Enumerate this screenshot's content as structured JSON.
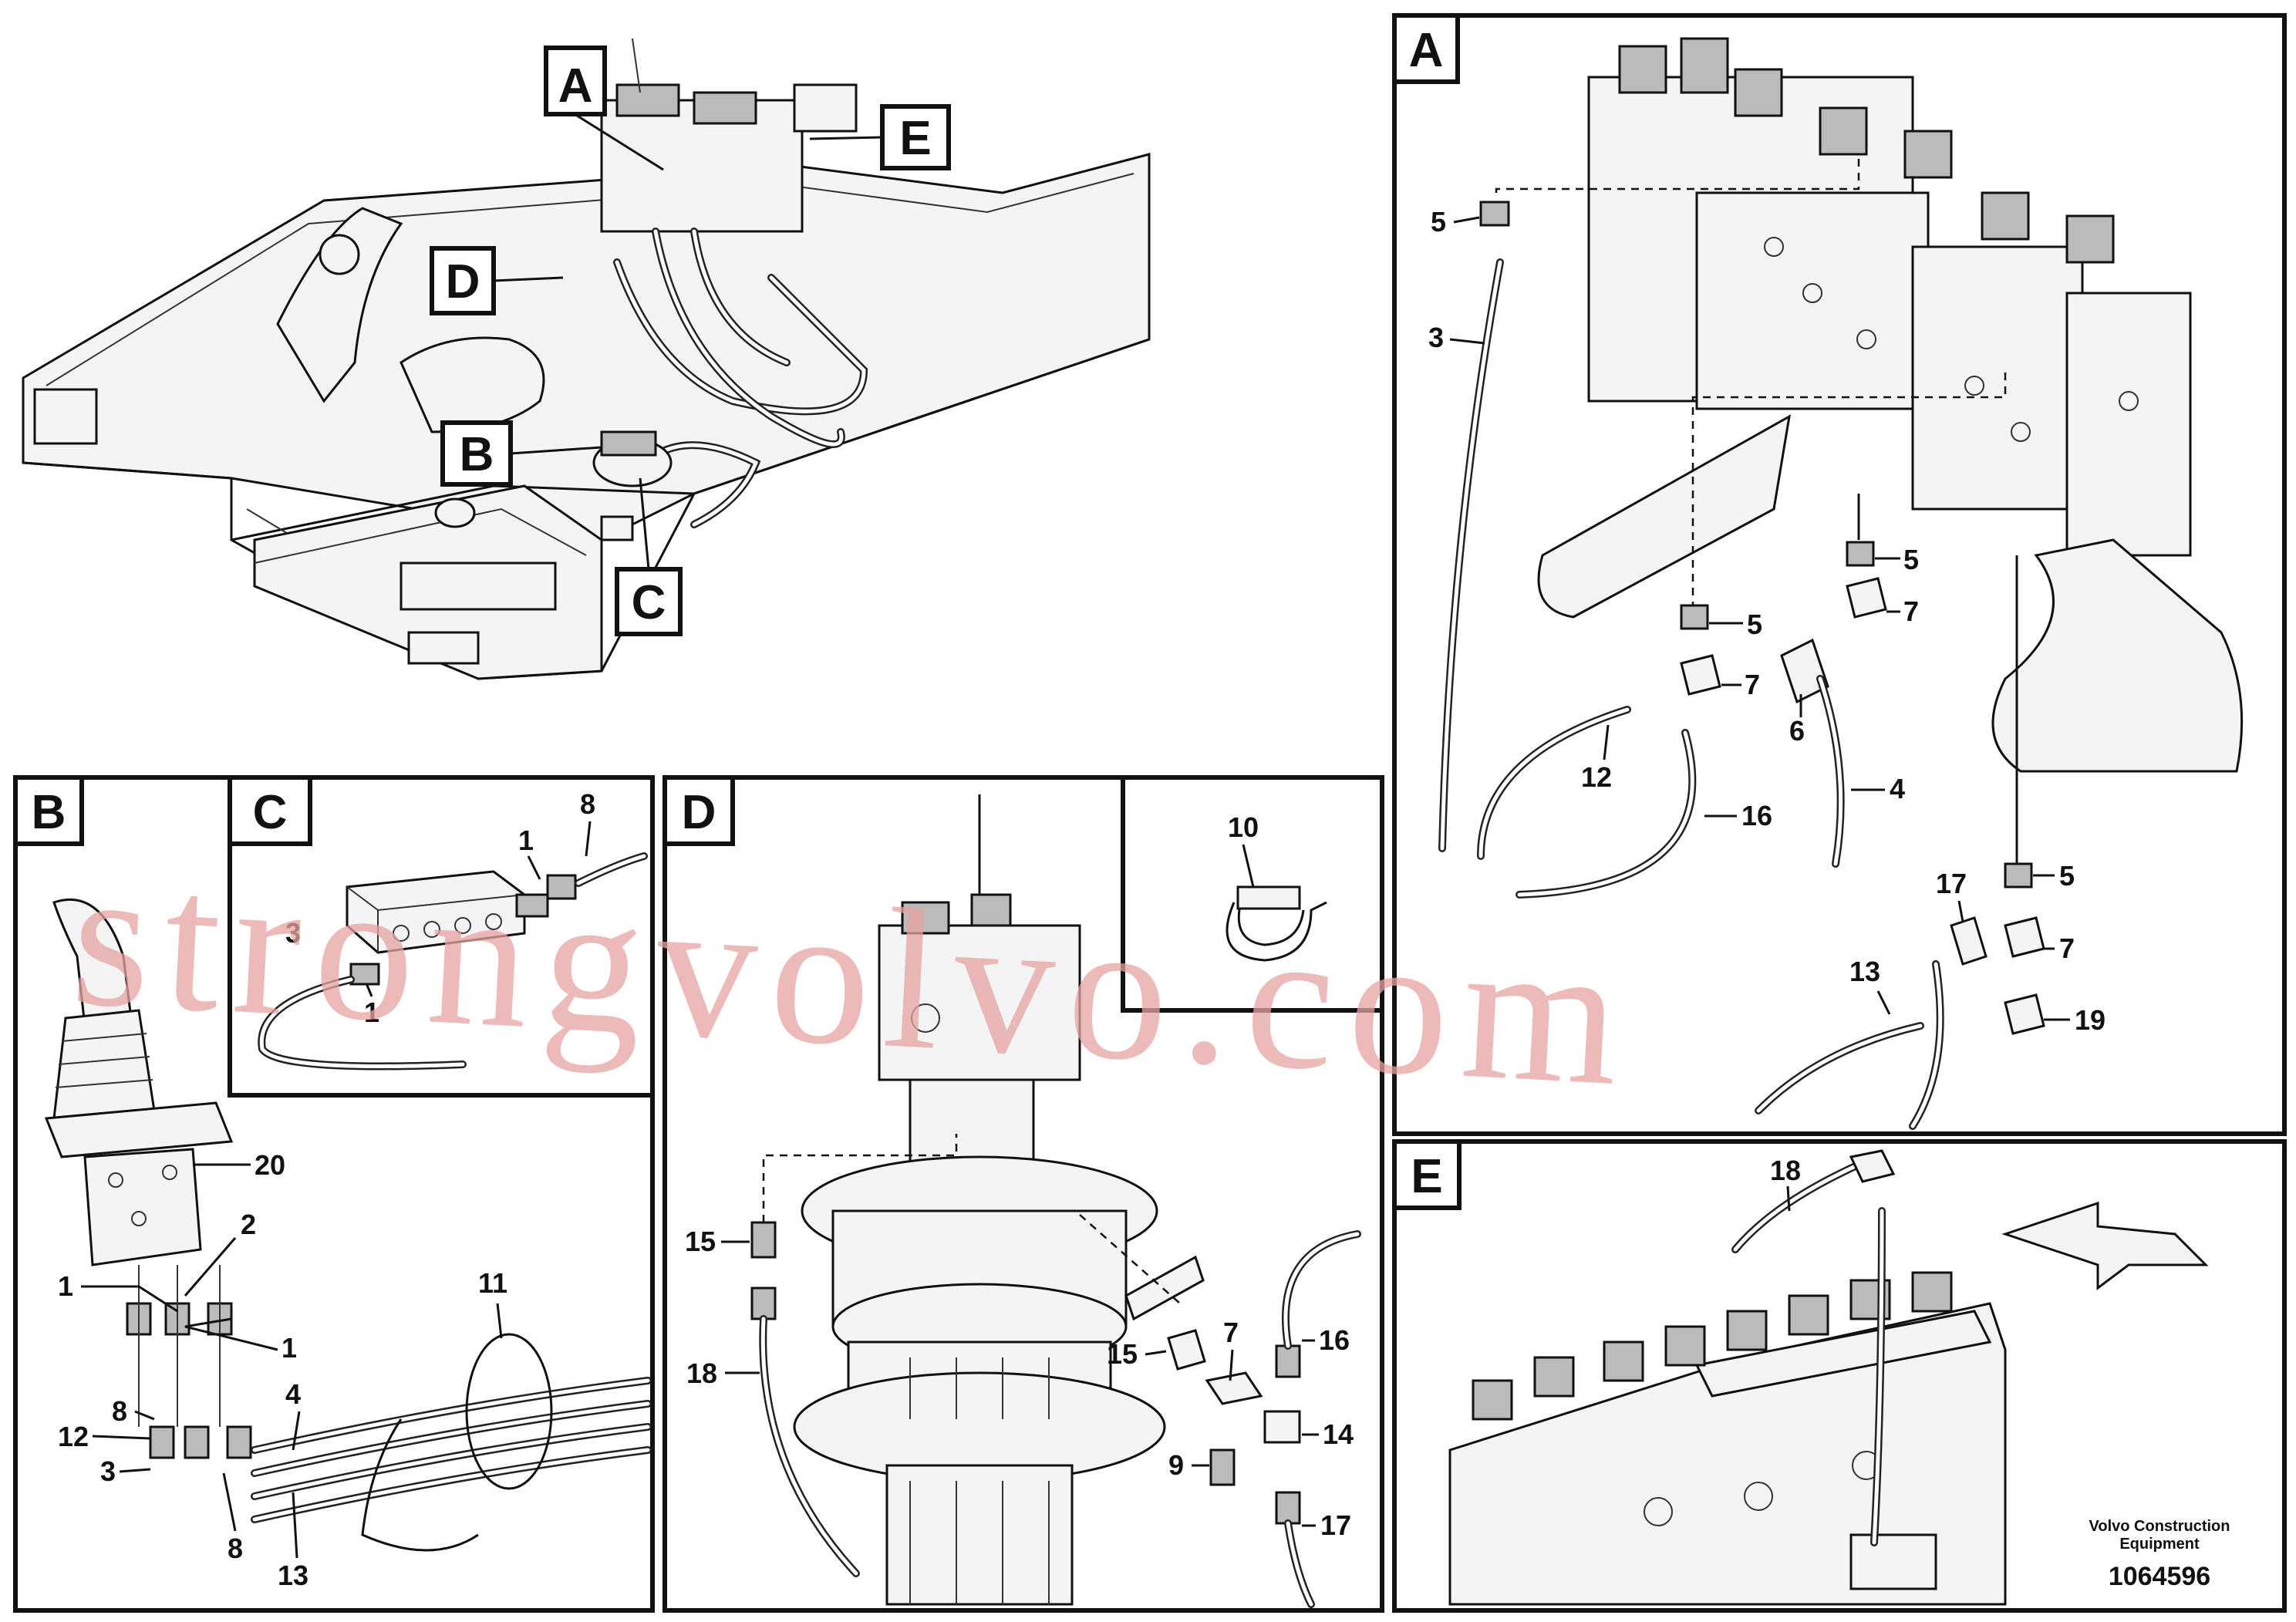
{
  "panels": {
    "A": {
      "tag": "A",
      "labels": [
        "5",
        "3",
        "5",
        "7",
        "5",
        "7",
        "6",
        "12",
        "16",
        "4",
        "5",
        "17",
        "7",
        "13",
        "19"
      ]
    },
    "B": {
      "tag": "B",
      "labels": [
        "20",
        "2",
        "1",
        "1",
        "11",
        "8",
        "4",
        "12",
        "3",
        "8",
        "13"
      ]
    },
    "C": {
      "tag": "C",
      "labels": [
        "8",
        "1",
        "3",
        "1"
      ]
    },
    "D": {
      "tag": "D",
      "labels": [
        "15",
        "18",
        "15",
        "7",
        "16",
        "14",
        "9",
        "17"
      ]
    },
    "clip": {
      "labels": [
        "10"
      ]
    },
    "E": {
      "tag": "E",
      "labels": [
        "18"
      ]
    }
  },
  "overview": {
    "tags": [
      "A",
      "E",
      "D",
      "B",
      "C"
    ]
  },
  "footer": {
    "brand_line1": "Volvo Construction",
    "brand_line2": "Equipment",
    "drawing_number": "1064596"
  },
  "watermark": "strongvolvo.com"
}
